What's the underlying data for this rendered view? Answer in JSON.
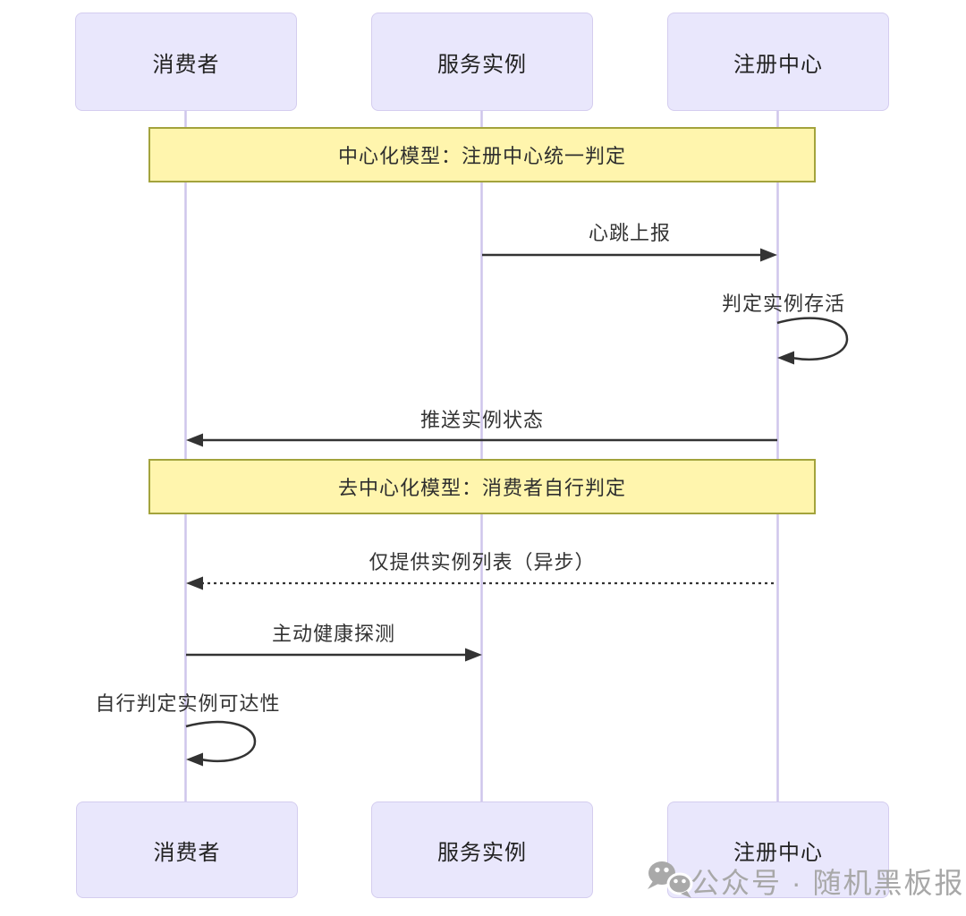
{
  "diagram": {
    "type": "sequence",
    "actors": [
      {
        "id": "consumer",
        "label": "消费者"
      },
      {
        "id": "service",
        "label": "服务实例"
      },
      {
        "id": "registry",
        "label": "注册中心"
      }
    ],
    "notes": [
      {
        "label": "中心化模型：注册中心统一判定"
      },
      {
        "label": "去中心化模型：消费者自行判定"
      }
    ],
    "messages": [
      {
        "label": "心跳上报",
        "from": "服务实例",
        "to": "注册中心",
        "line": "solid"
      },
      {
        "label": "判定实例存活",
        "from": "注册中心",
        "to": "注册中心",
        "line": "self-loop"
      },
      {
        "label": "推送实例状态",
        "from": "注册中心",
        "to": "消费者",
        "line": "solid"
      },
      {
        "label": "仅提供实例列表（异步）",
        "from": "注册中心",
        "to": "消费者",
        "line": "dashed"
      },
      {
        "label": "主动健康探测",
        "from": "消费者",
        "to": "服务实例",
        "line": "solid"
      },
      {
        "label": "自行判定实例可达性",
        "from": "消费者",
        "to": "消费者",
        "line": "self-loop"
      }
    ],
    "watermark": {
      "icon": "wechat-icon",
      "text": "公众号 · 随机黑板报"
    },
    "colors": {
      "actor_fill": "#e9e7fc",
      "actor_border": "#d4cdef",
      "note_fill": "#fff5ad",
      "note_border": "#a3a33c",
      "lifeline": "#cfc6ec",
      "arrow": "#333333",
      "text": "#2e2e2e",
      "watermark": "#a8a8a8",
      "background": "#ffffff"
    }
  }
}
